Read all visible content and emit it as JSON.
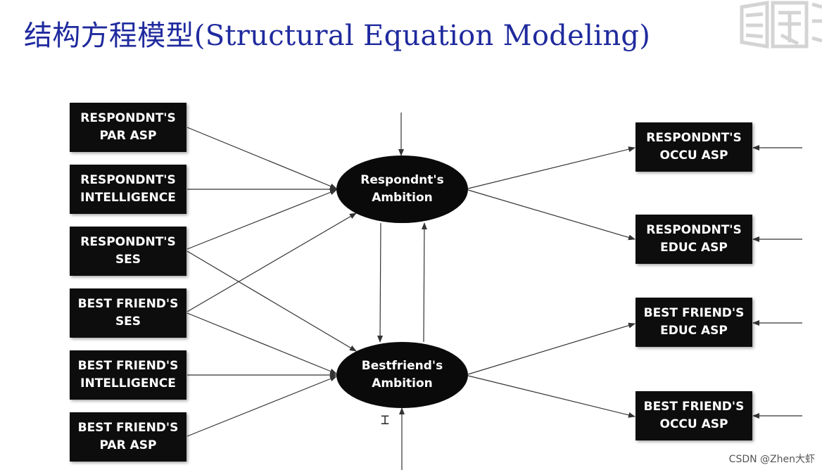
{
  "title": "结构方程模型(Structural Equation Modeling)",
  "colors": {
    "title": "#1f2a9e",
    "node_fill": "#0d0d0d",
    "node_text": "#ffffff",
    "arrow": "#333333"
  },
  "left_nodes": [
    {
      "line1": "RESPONDNT'S",
      "line2": "PAR ASP"
    },
    {
      "line1": "RESPONDNT'S",
      "line2": "INTELLIGENCE"
    },
    {
      "line1": "RESPONDNT'S",
      "line2": "SES"
    },
    {
      "line1": "BEST FRIEND'S",
      "line2": "SES"
    },
    {
      "line1": "BEST FRIEND'S",
      "line2": "INTELLIGENCE"
    },
    {
      "line1": "BEST FRIEND'S",
      "line2": "PAR ASP"
    }
  ],
  "latent_nodes": [
    {
      "line1": "Respondnt's",
      "line2": "Ambition"
    },
    {
      "line1": "Bestfriend's",
      "line2": "Ambition"
    }
  ],
  "right_nodes": [
    {
      "line1": "RESPONDNT'S",
      "line2": "OCCU ASP"
    },
    {
      "line1": "RESPONDNT'S",
      "line2": "EDUC ASP"
    },
    {
      "line1": "BEST FRIEND'S",
      "line2": "EDUC ASP"
    },
    {
      "line1": "BEST FRIEND'S",
      "line2": "OCCU ASP"
    }
  ],
  "logo_icon": "seal-logo-icon",
  "cursor_icon": "text-cursor-icon",
  "watermark": "CSDN @Zhen大虾"
}
